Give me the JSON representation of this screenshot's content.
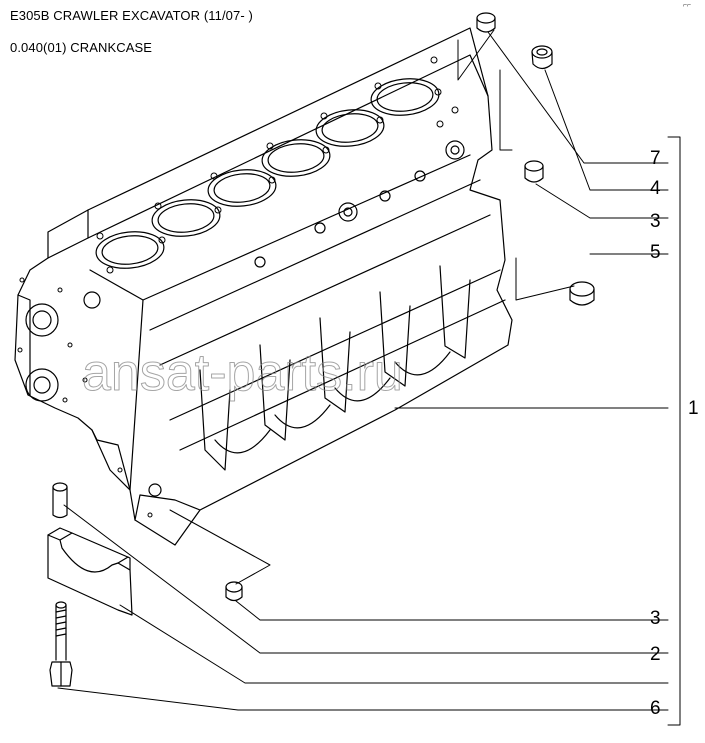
{
  "header": {
    "model_line": "E305B CRAWLER EXCAVATOR (11/07- )",
    "section_line": "0.040(01) CRANKCASE",
    "corner_mark": "⌐⌐"
  },
  "watermark": "ansat-parts.ru",
  "callouts": [
    "7",
    "4",
    "3",
    "5",
    "1",
    "3",
    "2",
    "6"
  ],
  "colors": {
    "line": "#000000",
    "watermark": "#888888",
    "background": "#ffffff"
  }
}
